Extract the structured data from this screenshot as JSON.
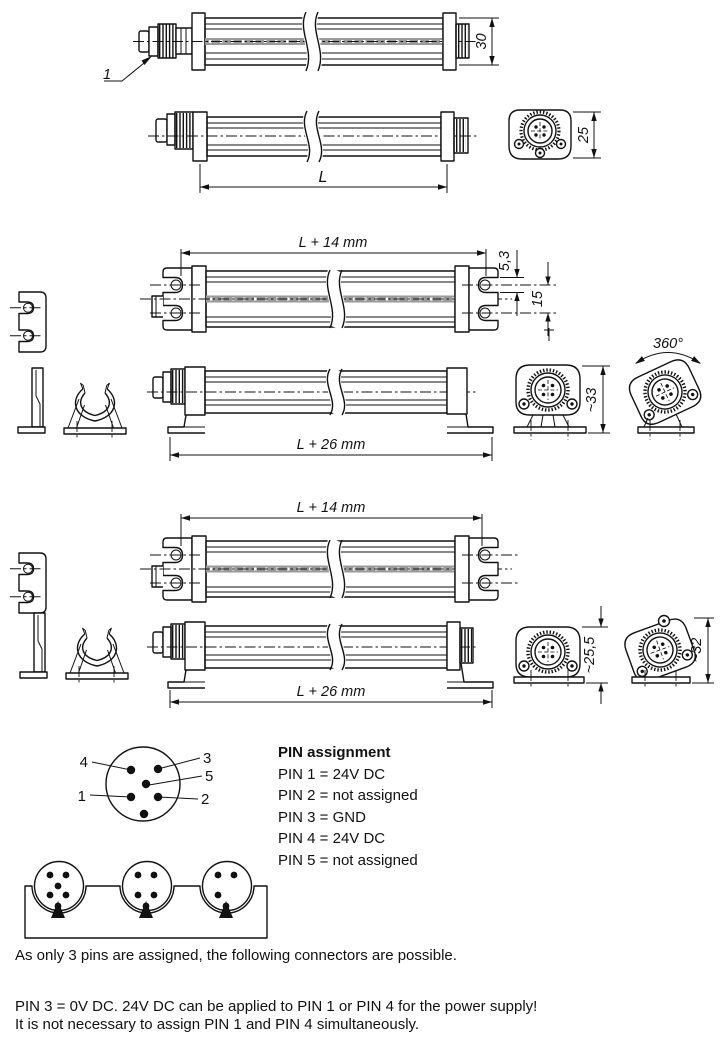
{
  "colors": {
    "line": "#111111",
    "background": "#ffffff",
    "led_strip": "#9a9a9a"
  },
  "views": {
    "overview_top": {
      "callout": "1",
      "dim_diameter": "30"
    },
    "overview_bottom": {
      "dim_length": "L",
      "dim_end_height": "25"
    },
    "variant_a": {
      "dim_length_plus14": "L + 14 mm",
      "dim_slot_width": "5,3",
      "dim_slot_distance": "15",
      "dim_length_plus26": "L + 26 mm",
      "dim_end_height": "~33",
      "dim_rotation": "360°"
    },
    "variant_b": {
      "dim_length_plus14": "L + 14 mm",
      "dim_length_plus26": "L + 26 mm",
      "dim_end_height": "~25,5",
      "dim_end_height_rotated": "~32"
    }
  },
  "pin_diagram": {
    "labels": {
      "pin1": "1",
      "pin2": "2",
      "pin3": "3",
      "pin4": "4",
      "pin5": "5"
    }
  },
  "pin_assignment": {
    "title": "PIN assignment",
    "rows": [
      "PIN 1 = 24V DC",
      "PIN 2 = not assigned",
      "PIN 3 = GND",
      "PIN 4 = 24V DC",
      "PIN 5 = not assigned"
    ]
  },
  "notes": {
    "connectors": "As only 3 pins are assigned, the following connectors are possible.",
    "power_line1": "PIN 3 = 0V DC. 24V DC can be applied to PIN 1 or PIN 4 for the power supply!",
    "power_line2": "It is not necessary to assign PIN 1 and PIN 4 simultaneously."
  }
}
